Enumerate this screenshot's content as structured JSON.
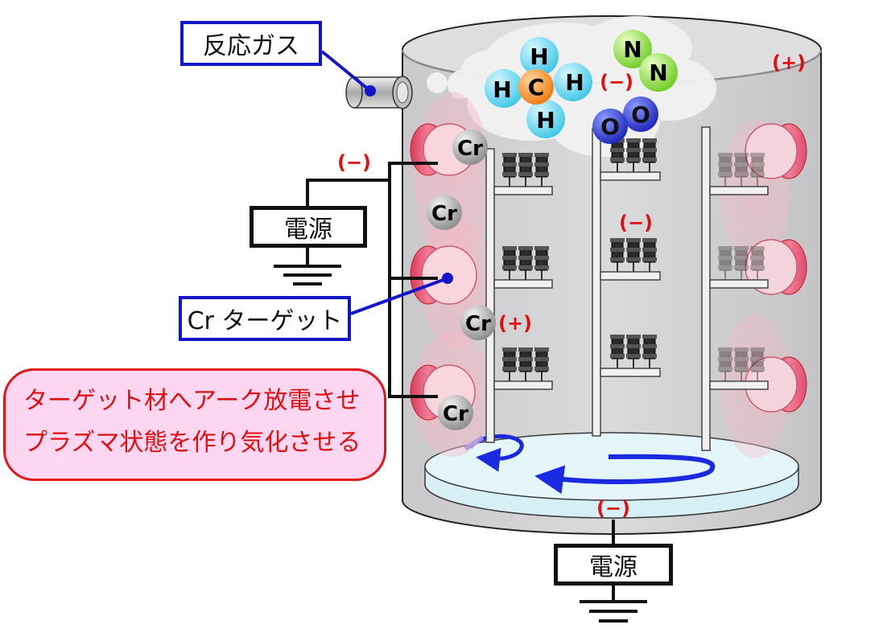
{
  "labels": {
    "reaction_gas": "反応ガス",
    "power_supply_left": "電源",
    "power_supply_bottom": "電源",
    "cr_target": "Cr ターゲット"
  },
  "note": {
    "line1": "ターゲット材へアーク放電させ",
    "line2": "プラズマ状態を作り気化させる"
  },
  "polarity": {
    "chamber": "(+)",
    "left_wire": "(−)",
    "gas": "(−)",
    "holder": "(−)",
    "cr_ion": "(+)",
    "table": "(−)"
  },
  "atoms": {
    "carbon": "C",
    "hydrogen": "H",
    "nitrogen": "N",
    "oxygen": "O",
    "chromium": "Cr"
  },
  "colors": {
    "label_border": "#1414c8",
    "polarity_text": "#e01010",
    "note_fill": "#fdd6f1",
    "note_border": "#e01818",
    "chamber_fill": "#d4d4d6",
    "target_red": "#e8506e",
    "arrow_blue": "#1a2ae0",
    "hydrogen": "#5fd8f2",
    "carbon": "#f58a1e",
    "nitrogen": "#8fe03c",
    "oxygen": "#2c3fe0",
    "chromium": "#9a9a9a"
  }
}
